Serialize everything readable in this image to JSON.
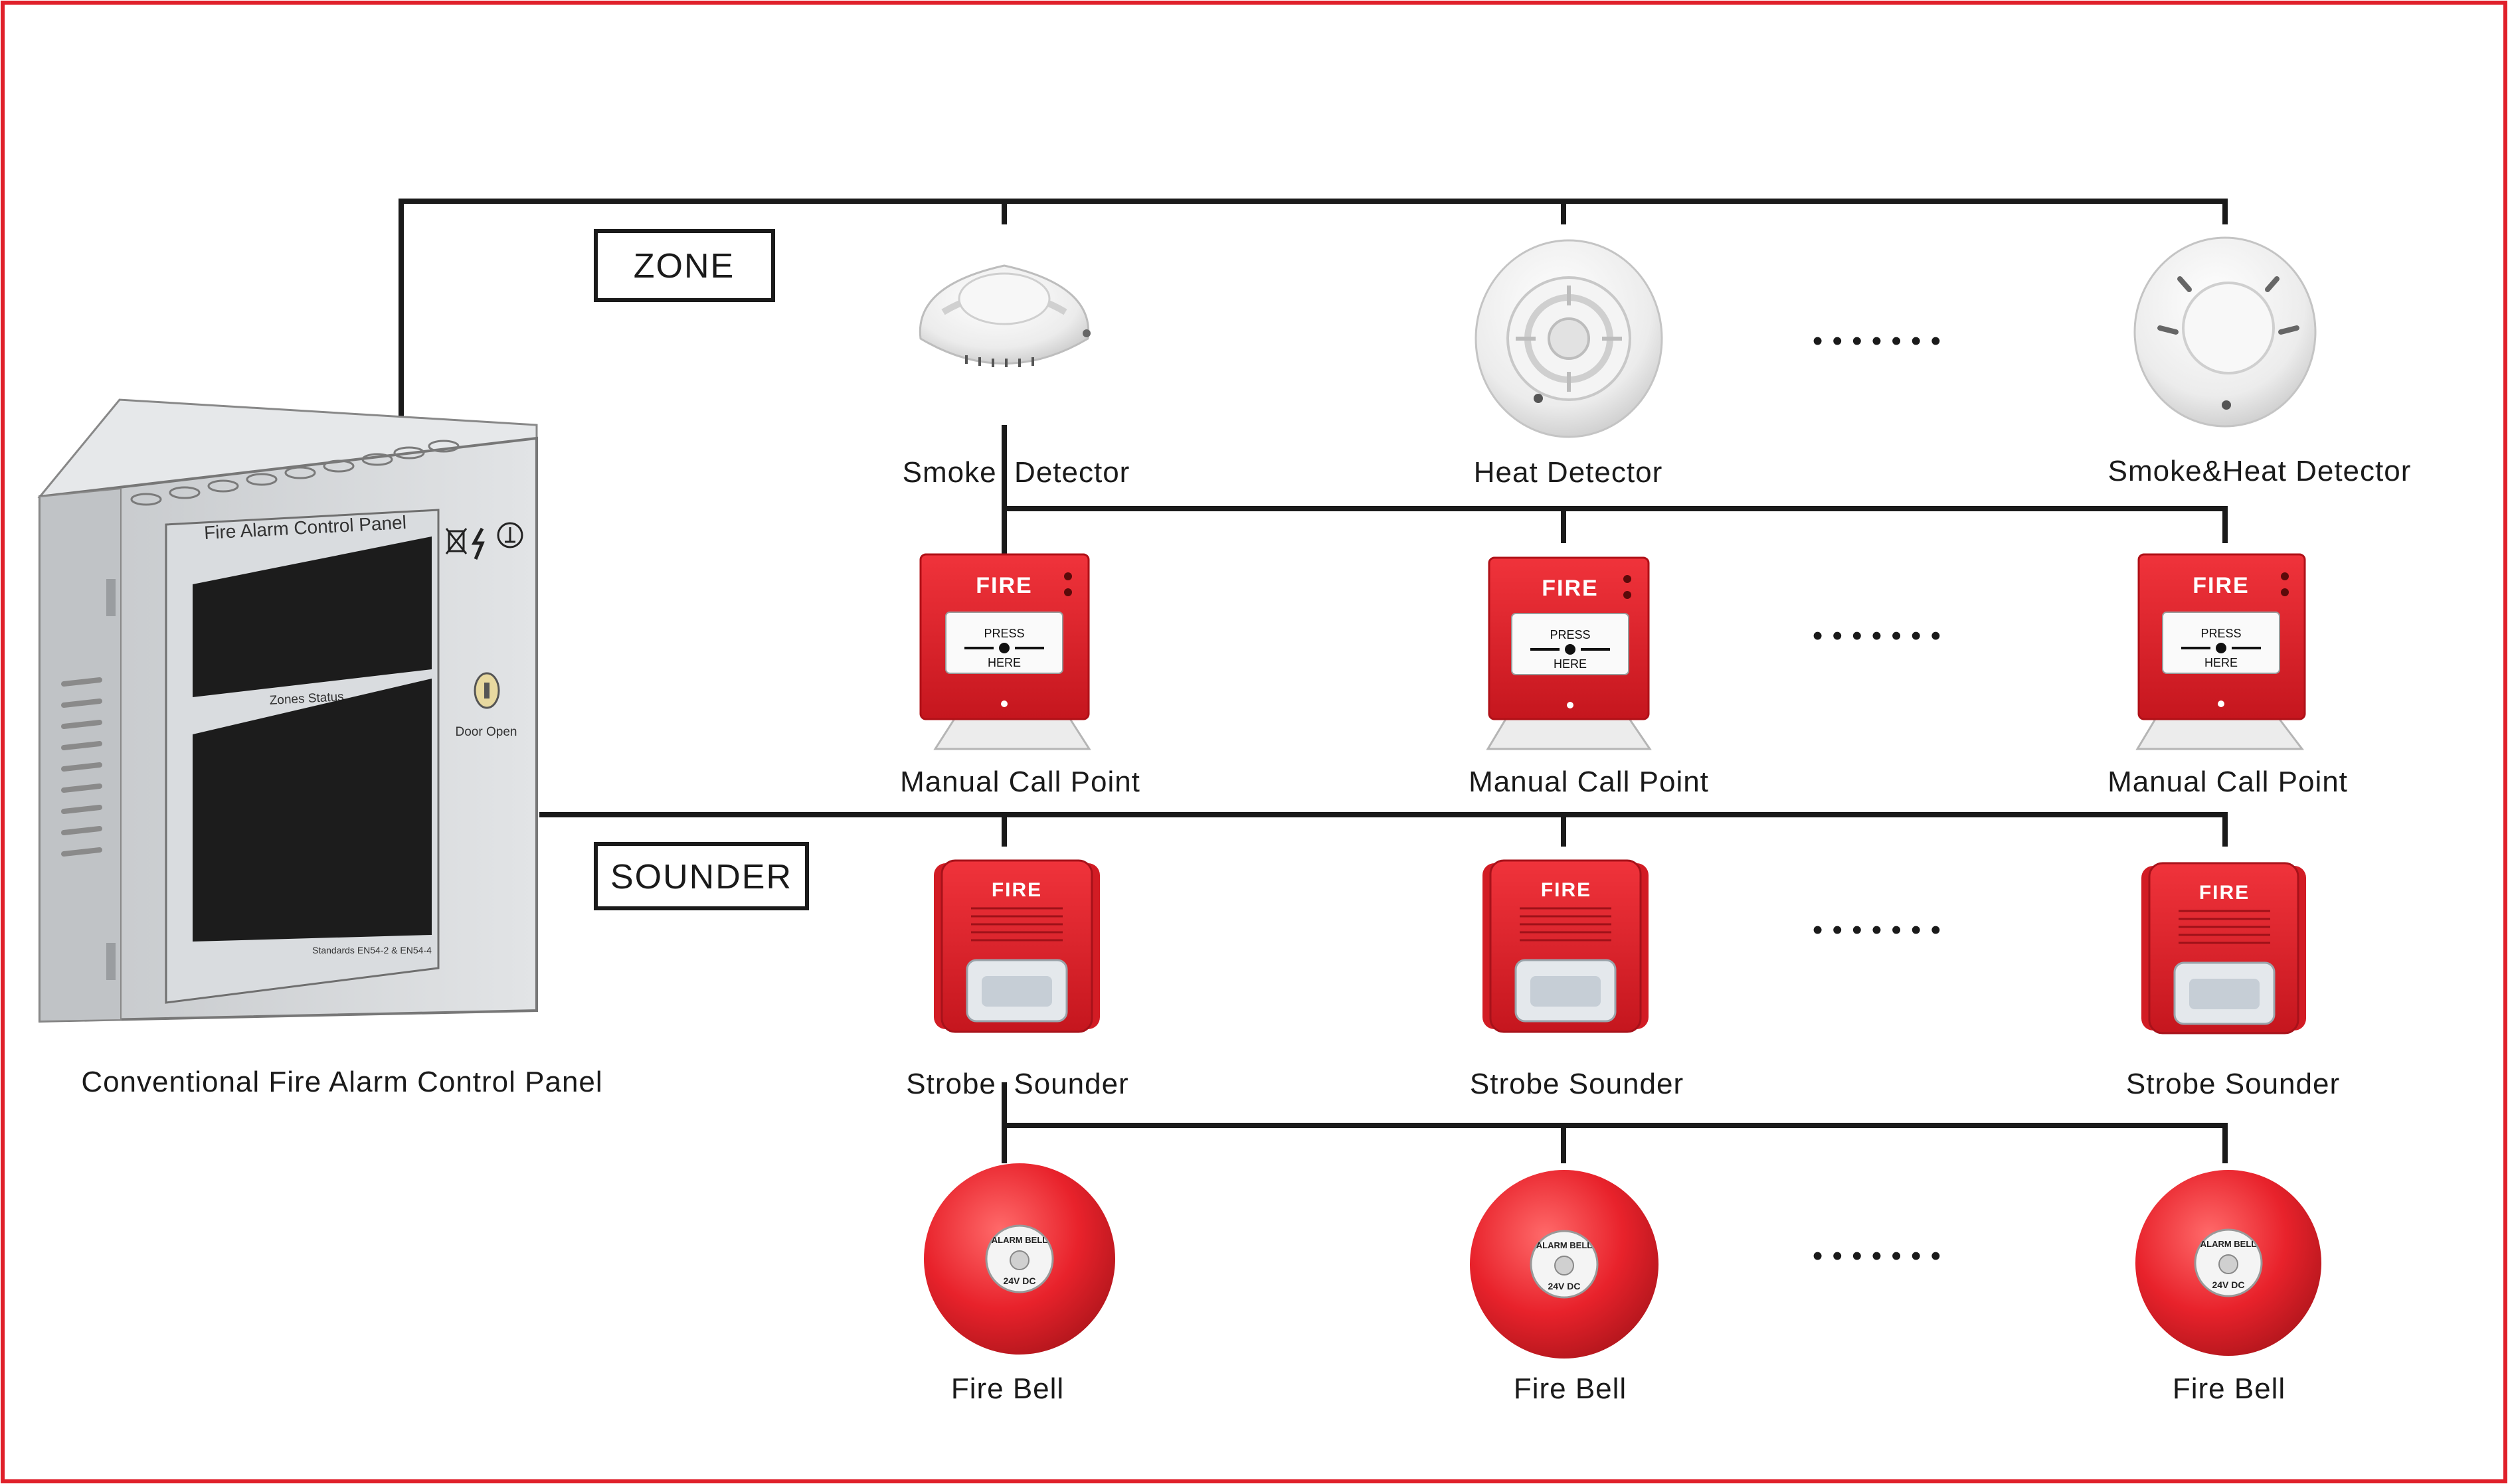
{
  "colors": {
    "frame": "#e0202a",
    "wire": "#1a1a1a",
    "device_red": "#e8222b",
    "device_white": "#f2f2f2",
    "panel_grey": "#d6d8da",
    "panel_window": "#1c1c1c"
  },
  "group_labels": {
    "zone": "ZONE",
    "sounder": "SOUNDER"
  },
  "panel": {
    "caption": "Conventional Fire Alarm Control Panel",
    "title": "Fire Alarm Control Panel",
    "zones_status": "Zones Status",
    "door_open": "Door Open",
    "standards": "Standards EN54-2 & EN54-4"
  },
  "rows": {
    "detectors": {
      "ellipsis": "• • • • • • •",
      "items": [
        {
          "label": "Smoke  Detector",
          "icon": "smoke-detector-icon"
        },
        {
          "label": "Heat Detector",
          "icon": "heat-detector-icon"
        },
        {
          "label": "Smoke&Heat Detector",
          "icon": "smoke-heat-detector-icon"
        }
      ]
    },
    "call_points": {
      "ellipsis": "• • • • • • •",
      "device_fire": "FIRE",
      "device_press": "PRESS",
      "device_here": "HERE",
      "items": [
        {
          "label": "Manual Call Point",
          "icon": "manual-call-point-icon"
        },
        {
          "label": "Manual Call Point",
          "icon": "manual-call-point-icon"
        },
        {
          "label": "Manual Call Point",
          "icon": "manual-call-point-icon"
        }
      ]
    },
    "sounders": {
      "ellipsis": "• • • • • • •",
      "device_fire": "FIRE",
      "items": [
        {
          "label": "Strobe  Sounder",
          "icon": "strobe-sounder-icon"
        },
        {
          "label": "Strobe Sounder",
          "icon": "strobe-sounder-icon"
        },
        {
          "label": "Strobe Sounder",
          "icon": "strobe-sounder-icon"
        }
      ]
    },
    "bells": {
      "ellipsis": "• • • • • • •",
      "device_top": "ALARM BELL",
      "device_bottom": "24V DC",
      "items": [
        {
          "label": "Fire Bell",
          "icon": "fire-bell-icon"
        },
        {
          "label": "Fire Bell",
          "icon": "fire-bell-icon"
        },
        {
          "label": "Fire Bell",
          "icon": "fire-bell-icon"
        }
      ]
    }
  }
}
